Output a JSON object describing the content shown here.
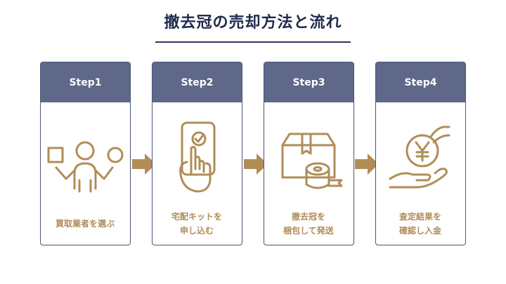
{
  "title": "撤去冠の売却方法と流れ",
  "colors": {
    "title": "#1f2a4d",
    "header": "#5f6888",
    "gold": "#b08d57"
  },
  "steps": [
    {
      "label": "Step1",
      "line1": "買取業者を選ぶ",
      "line2": "",
      "icon": "person-choosing-icon"
    },
    {
      "label": "Step2",
      "line1": "宅配キットを",
      "line2": "申し込む",
      "icon": "smartphone-tap-icon"
    },
    {
      "label": "Step3",
      "line1": "撤去冠を",
      "line2": "梱包して発送",
      "icon": "box-and-tape-icon"
    },
    {
      "label": "Step4",
      "line1": "査定結果を",
      "line2": "確認し入金",
      "icon": "yen-coin-hand-icon"
    }
  ]
}
